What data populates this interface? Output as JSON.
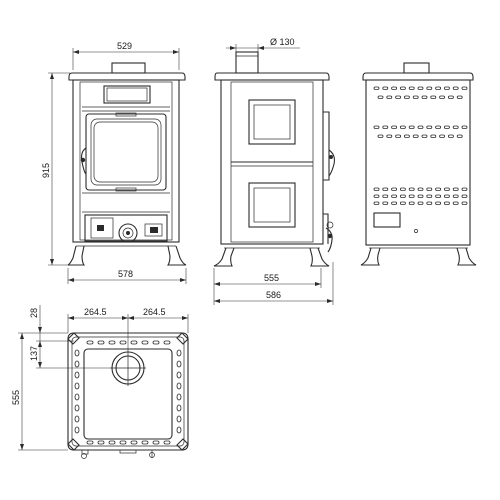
{
  "dimensions": {
    "front_top_width": "529",
    "front_height": "915",
    "front_base_width": "578",
    "flue_diameter": "Ø 130",
    "side_body_depth": "555",
    "side_total_depth": "586",
    "plan_half_left": "264.5",
    "plan_half_right": "264.5",
    "plan_offset_small": "28",
    "plan_flue_offset": "137",
    "plan_depth": "555"
  },
  "colors": {
    "line": "#2b2b2b",
    "background": "#ffffff"
  }
}
